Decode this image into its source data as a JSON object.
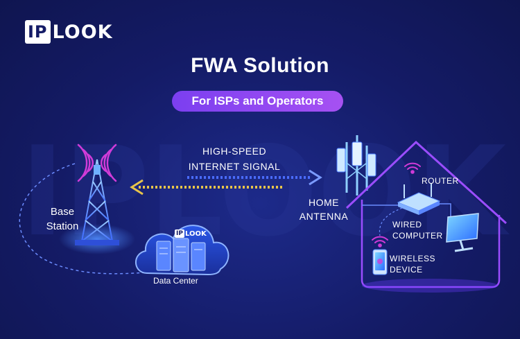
{
  "brand": {
    "logo_box": "IP",
    "logo_rest": "LOOK",
    "watermark": "IPLOOK"
  },
  "title": "FWA Solution",
  "subtitle": "For ISPs and Operators",
  "labels": {
    "signal_line1": "HIGH-SPEED",
    "signal_line2": "INTERNET SIGNAL",
    "base_line1": "Base",
    "base_line2": "Station",
    "home_line1": "HOME",
    "home_line2": "ANTENNA",
    "router": "ROUTER",
    "wired_line1": "WIRED",
    "wired_line2": "COMPUTER",
    "wireless_line1": "WIRELESS",
    "wireless_line2": "DEVICE",
    "data_center": "Data Center"
  },
  "colors": {
    "background": "#141b66",
    "pill_start": "#7b3ff0",
    "pill_end": "#a651f2",
    "arrow_blue": "#4a6cff",
    "arrow_yellow": "#e8c44a",
    "house_line": "#9b4dff",
    "tower_glow": "#3f8cff",
    "wifi": "#d03bd8"
  }
}
